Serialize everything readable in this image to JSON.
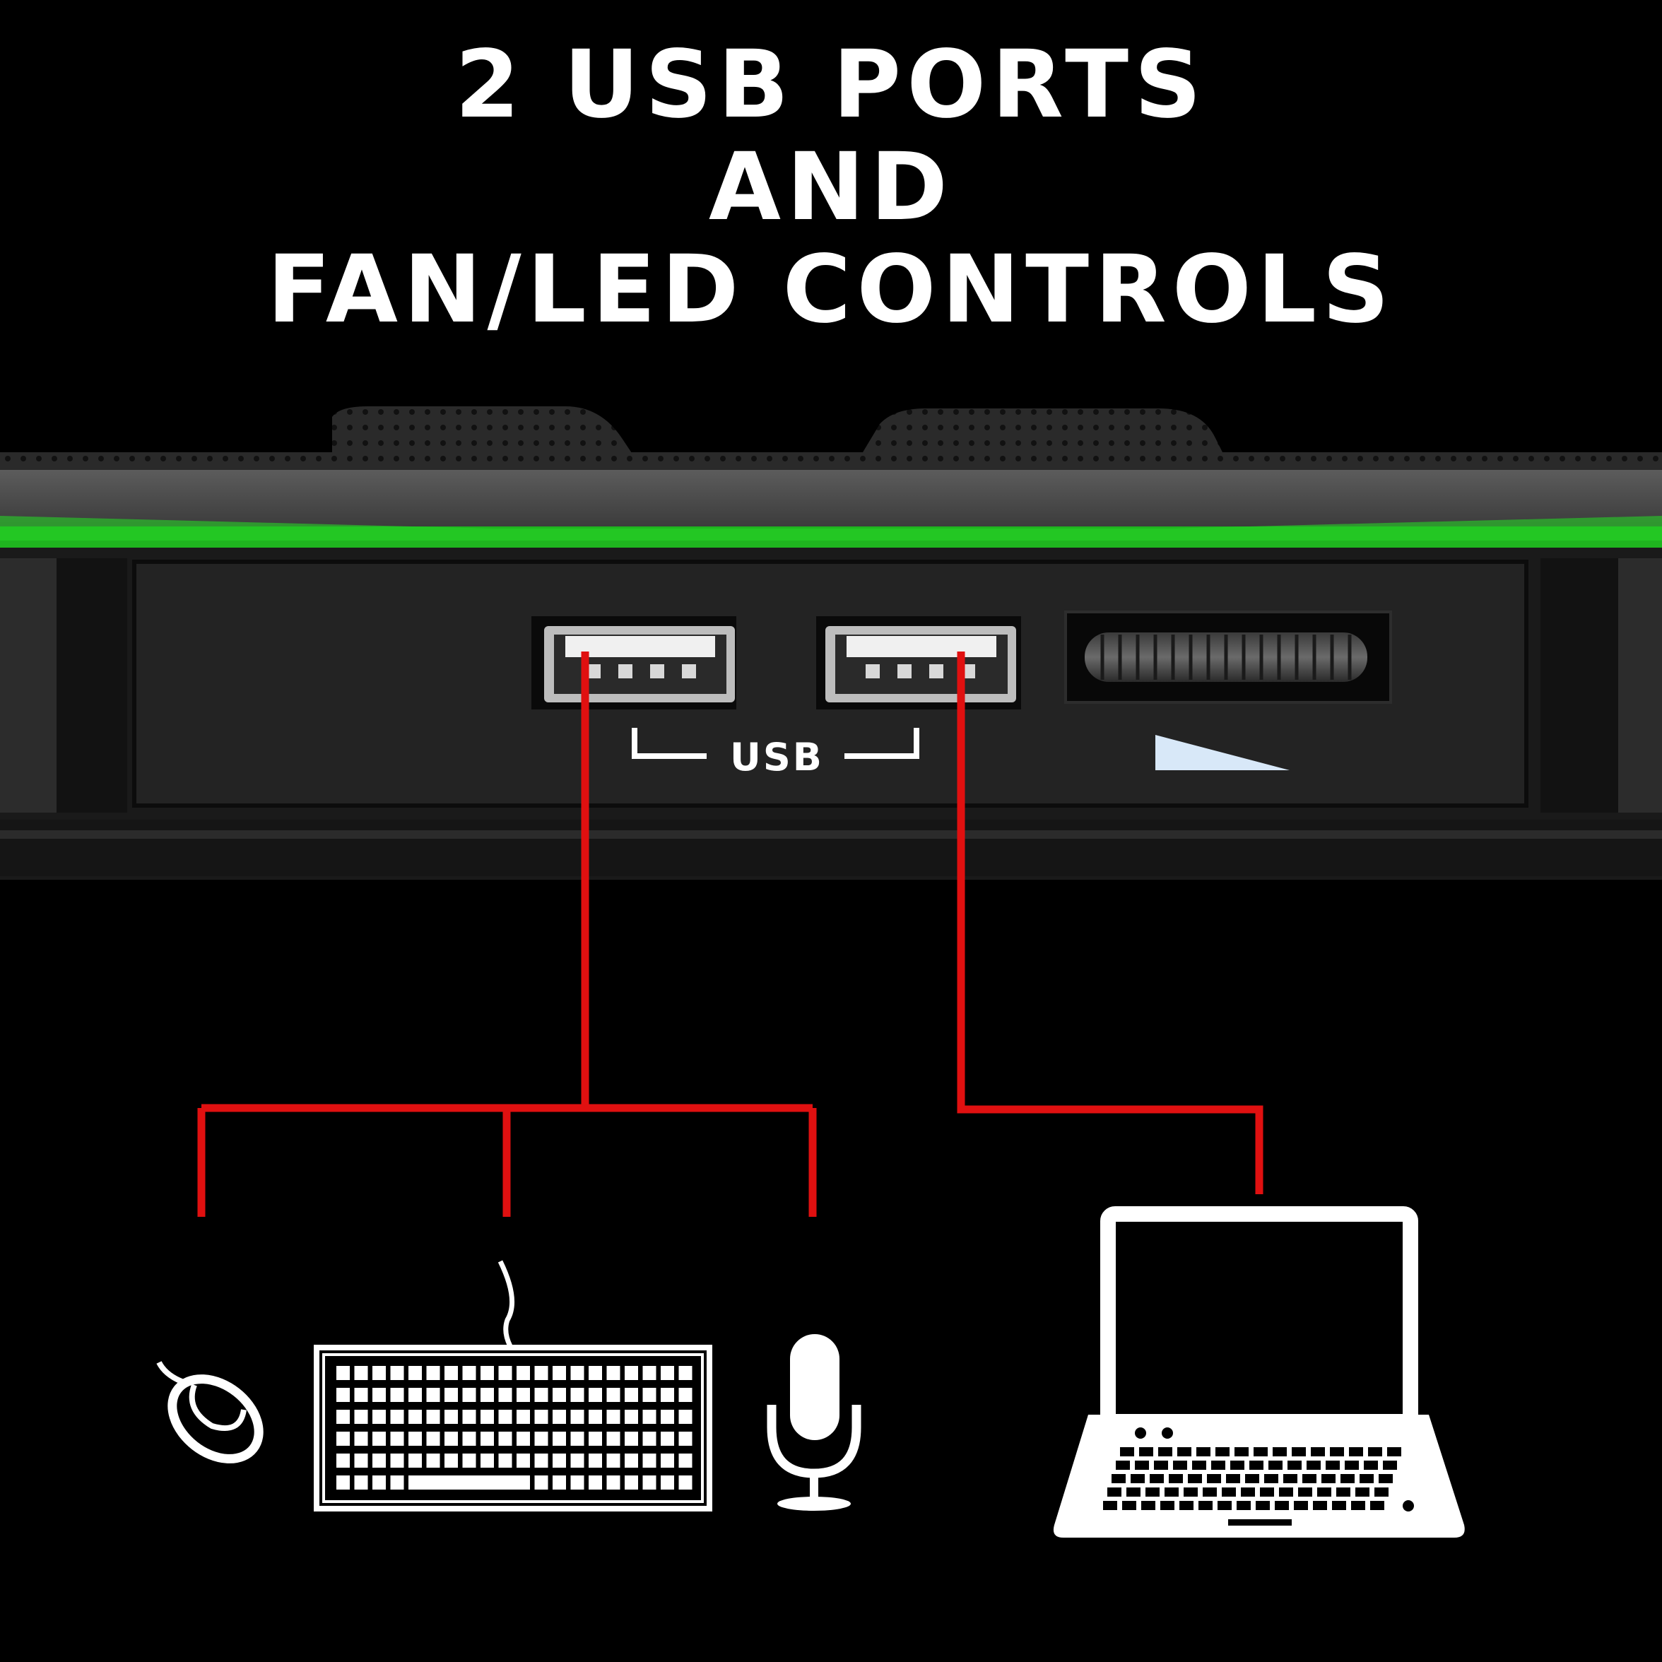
{
  "headline": {
    "line1": "2 USB PORTS",
    "line2": "AND",
    "line3": "FAN/LED CONTROLS"
  },
  "panel": {
    "usb_label": "USB"
  },
  "colors": {
    "background": "#000000",
    "connector_line": "#e01010",
    "led_accent": "#1fb51f",
    "icon": "#ffffff"
  },
  "icons": {
    "port_1": "usb-port-icon",
    "port_2": "usb-port-icon",
    "dial": "fan-speed-dial-icon",
    "wedge": "speed-wedge-icon",
    "devices": [
      "mouse-icon",
      "keyboard-icon",
      "microphone-icon",
      "laptop-icon"
    ]
  }
}
